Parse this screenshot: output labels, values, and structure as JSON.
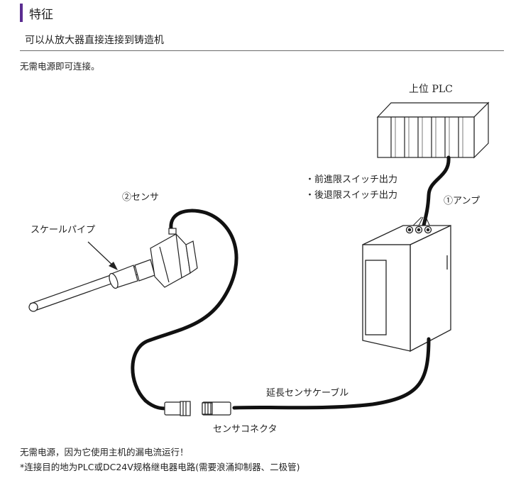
{
  "header": {
    "title": "特征",
    "subtitle": "可以从放大器直接连接到铸造机"
  },
  "intro": "无需电源即可连接。",
  "diagram": {
    "plc_label": "上位 PLC",
    "output_1": "・前進限スイッチ出力",
    "output_2": "・後退限スイッチ出力",
    "amp_label": "①アンプ",
    "sensor_label": "②センサ",
    "scale_pipe_label": "スケールパイプ",
    "cable_label": "延長センサケーブル",
    "connector_label": "センサコネクタ"
  },
  "notes": {
    "line1": "无需电源，因为它使用主机的漏电流运行！",
    "line2": "*连接目的地为PLC或DC24V规格继电器电路(需要浪涌抑制器、二极管)"
  }
}
